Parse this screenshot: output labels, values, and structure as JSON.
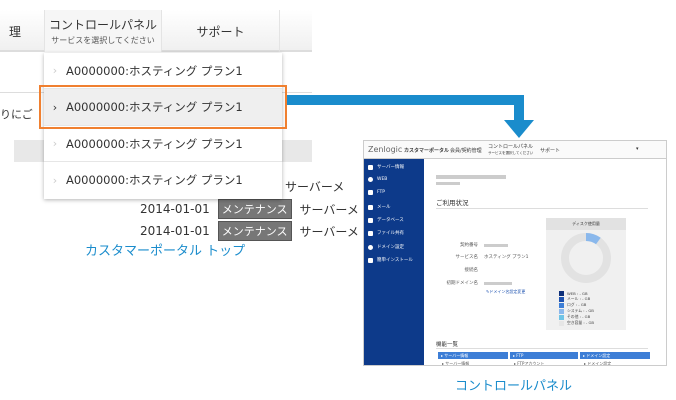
{
  "portal": {
    "nav": {
      "left_partial": "理",
      "control_panel": "コントロールパネル",
      "control_panel_sub": "サービスを選択してください",
      "support": "サポート"
    },
    "dropdown": [
      "A0000000:ホスティング プラン1",
      "A0000000:ホスティング プラン1",
      "A0000000:ホスティング プラン1",
      "A0000000:ホスティング プラン1"
    ],
    "selected_index": 1,
    "partial_text": "りにご",
    "news": [
      {
        "date": "",
        "badge": "",
        "text": "サーバーメ"
      },
      {
        "date": "2014-01-01",
        "badge": "メンテナンス",
        "text": "サーバーメ"
      },
      {
        "date": "2014-01-01",
        "badge": "メンテナンス",
        "text": "サーバーメ"
      }
    ],
    "caption": "カスタマーポータル トップ"
  },
  "control_panel": {
    "logo": "Zenlogic",
    "portal_name": "カスタマーポータル",
    "header_tabs": [
      "会員/契約管理",
      "コントロールパネル",
      "サポート"
    ],
    "header_sub": "サービスを選択してください",
    "sidebar": [
      "サーバー情報",
      "WEB",
      "FTP",
      "メール",
      "データベース",
      "ファイル共有",
      "ドメイン設定",
      "簡単インストール"
    ],
    "section_title": "ご利用状況",
    "fields": [
      {
        "label": "契約番号",
        "value": ""
      },
      {
        "label": "サービス名",
        "value": "ホスティング プラン1"
      },
      {
        "label": "接続名",
        "value": ""
      },
      {
        "label": "初期ドメイン名",
        "value": ""
      }
    ],
    "domain_link": "ドメイン名設定変更",
    "disk_title": "ディスク使用量",
    "disk_used_fraction": 0.1,
    "legend": [
      {
        "label": "WEB : - GB",
        "color": "#0d2f7a"
      },
      {
        "label": "メール : - GB",
        "color": "#1d52b0"
      },
      {
        "label": "ログ : - GB",
        "color": "#3d7ed6"
      },
      {
        "label": "システム : - GB",
        "color": "#8ab8ec"
      },
      {
        "label": "その他 : - GB",
        "color": "#6fc4e6"
      },
      {
        "label": "空き容量 : - GB",
        "color": "#e6e6e6"
      }
    ],
    "features_title": "機能一覧",
    "features": [
      {
        "head": "サーバー情報",
        "item": "サーバー情報"
      },
      {
        "head": "FTP",
        "item": "FTPアカウント"
      },
      {
        "head": "ドメイン設定",
        "item": "ドメイン設定"
      }
    ],
    "caption": "コントロールパネル"
  },
  "colors": {
    "highlight": "#f08030",
    "arrow": "#1a8ccc",
    "sidebar": "#0d3a8a",
    "caption": "#1a8ccc"
  }
}
